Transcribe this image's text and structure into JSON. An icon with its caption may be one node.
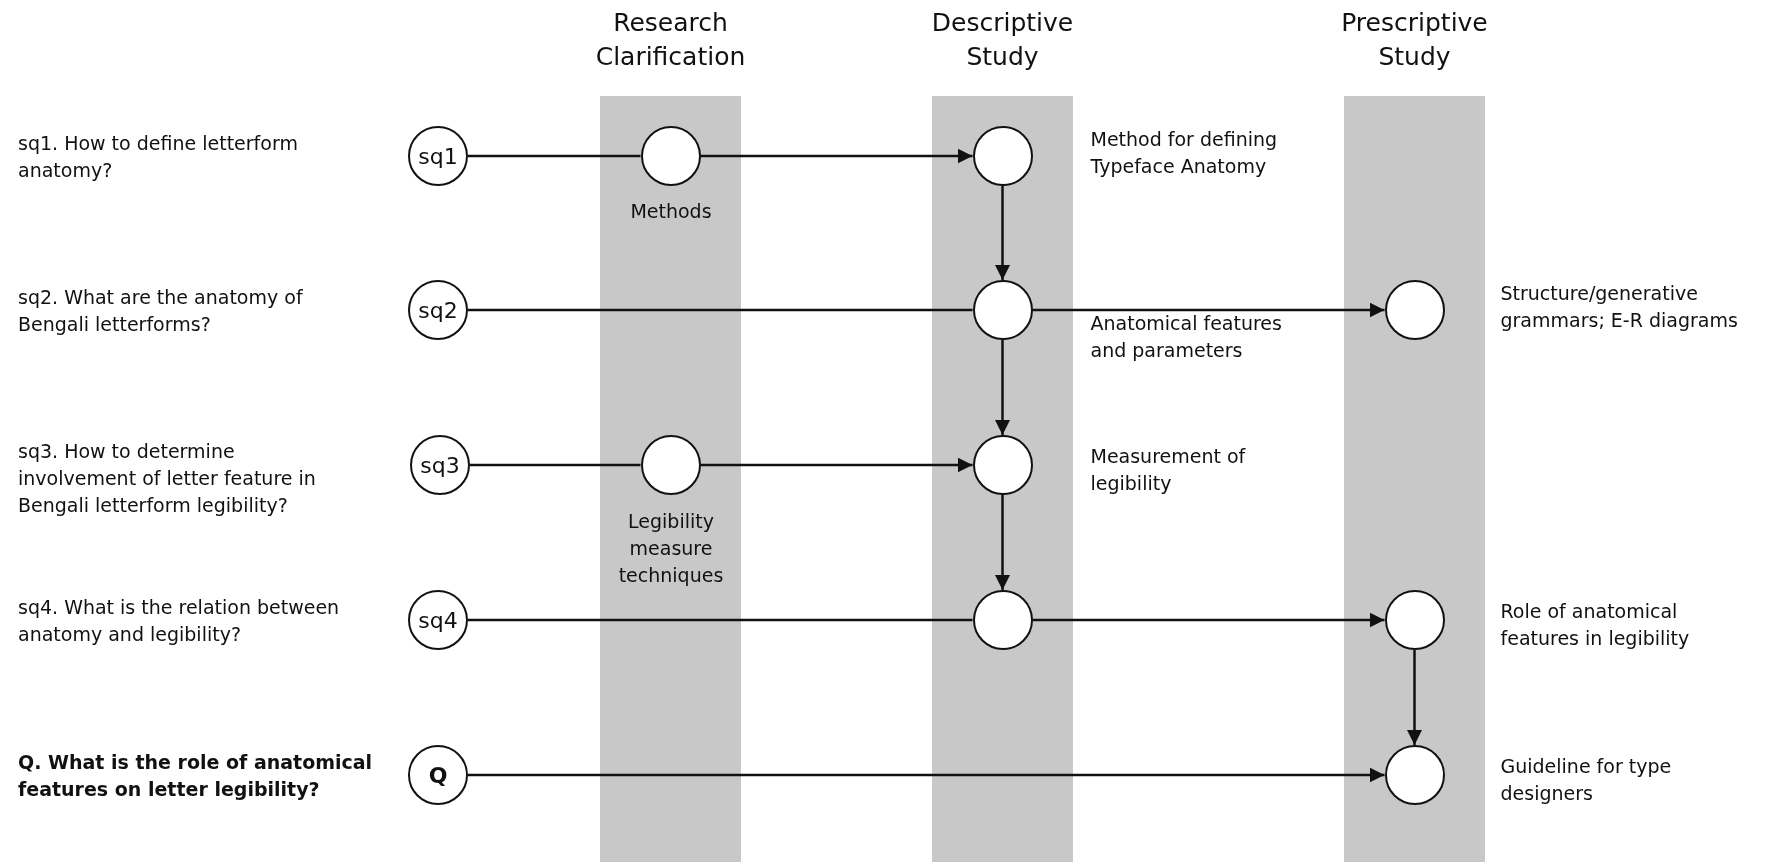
{
  "diagram": {
    "nodes": [
      {
        "text": [
          "Research Clarification"
        ]
      },
      {
        "text": [
          "Descriptive Study"
        ]
      },
      {
        "text": [
          "Prescriptive Study"
        ]
      },
      {
        "text": [
          "sq1"
        ]
      },
      {
        "text": [],
        "shape": "circle",
        "in": 0,
        "beside": [
          "Methods"
        ]
      },
      {
        "text": [],
        "shape": "circle",
        "in": 1,
        "beside": [
          "Method for defining Typeface Anatomy"
        ]
      },
      {
        "text": [
          "sq2"
        ]
      },
      {
        "text": [],
        "shape": "circle",
        "in": 1,
        "beside": [
          "Anatomical features and parameters"
        ]
      },
      {
        "text": [],
        "shape": "circle",
        "in": 2,
        "beside": [
          "Structure/generative grammars; E-R diagrams"
        ]
      },
      {
        "text": [
          "sq3"
        ]
      },
      {
        "text": [],
        "shape": "circle",
        "in": 0,
        "beside": [
          "Legibility measure techniques"
        ]
      },
      {
        "text": [],
        "shape": "circle",
        "in": 1,
        "beside": [
          "Measurement of legibility"
        ]
      },
      {
        "text": [
          "sq4"
        ]
      },
      {
        "text": [],
        "shape": "circle",
        "in": 1
      },
      {
        "text": [],
        "shape": "circle",
        "in": 2,
        "beside": [
          "Role of anatomical features in legibility"
        ]
      },
      {
        "text": [
          "Q"
        ]
      },
      {
        "text": [],
        "shape": "circle",
        "in": 2,
        "beside": [
          "Guideline for type designers"
        ]
      }
    ],
    "edges": [
      {
        "from": 3,
        "to": 4,
        "arrow": "none"
      },
      {
        "from": 4,
        "to": 5,
        "arrow": "to"
      },
      {
        "from": 5,
        "to": 7,
        "arrow": "to"
      },
      {
        "from": 6,
        "to": 7,
        "arrow": "none"
      },
      {
        "from": 7,
        "to": 8,
        "arrow": "to"
      },
      {
        "from": 7,
        "to": 11,
        "arrow": "to"
      },
      {
        "from": 9,
        "to": 10,
        "arrow": "none"
      },
      {
        "from": 10,
        "to": 11,
        "arrow": "to"
      },
      {
        "from": 11,
        "to": 13,
        "arrow": "to"
      },
      {
        "from": 12,
        "to": 13,
        "arrow": "none"
      },
      {
        "from": 13,
        "to": 14,
        "arrow": "to"
      },
      {
        "from": 14,
        "to": 16,
        "arrow": "to"
      },
      {
        "from": 15,
        "to": 16,
        "arrow": "to"
      }
    ],
    "labels": [
      "sq1. How to define letterform anatomy?",
      "sq2. What are the anatomy of Bengali letterforms?",
      "sq3. How to determine involvement of letter feature in Bengali letterform legibility?",
      "sq4. What is the relation between anatomy and legibility?",
      "Q. What is the role of anatomical features on letter legibility?"
    ]
  }
}
